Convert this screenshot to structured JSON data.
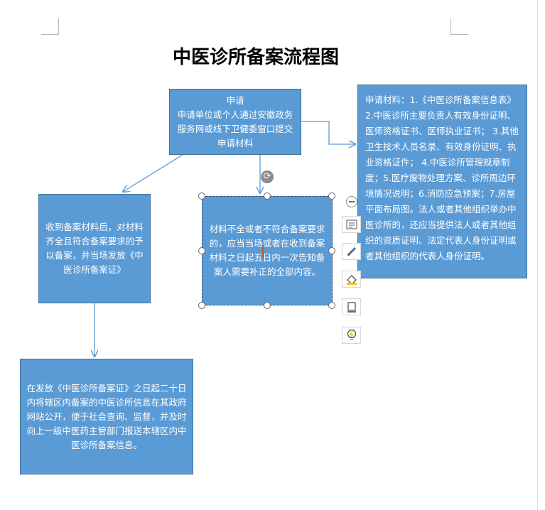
{
  "title": "中医诊所备案流程图",
  "boxes": {
    "apply": "申请\n申请单位或个人通过安徽政务服务网或线下卫健委窗口提交申请材料",
    "materials": "申请材料：1.《中医诊所备案信息表》 2.中医诊所主要负责人有效身份证明、医师资格证书、医师执业证书； 3.其他卫生技术人员名录、有效身份证明、执业资格证件； 4.中医诊所管理规章制度；5.医疗废物处理方案、诊所周边环境情况说明；6.消防应急预案；7.房屋平面布局图。法人或者其他组织举办中医诊所的，还应当提供法人或者其他组织的资质证明、法定代表人身份证明或者其他组织的代表人身份证明。",
    "accept": "收到备案材料后，对材料齐全且符合备案要求的予以备案，并当场发放《中医诊所备案证》",
    "incomplete": "材料不全或者不符合备案要求的，应当当场或者在收到备案材料之日起五日内一次告知备案人需要补正的全部内容。",
    "publish": "在发放《中医诊所备案证》之日起二十日内将辖区内备案的中医诊所信息在其政府网站公开，便于社会查询、监督，并及时向上一级中医药主管部门报送本辖区内中医诊所备案信息。"
  },
  "colors": {
    "box_fill": "#5b9bd5",
    "box_border": "#41719c",
    "connector": "#5b9bd5",
    "text": "#ffffff"
  },
  "toolbar_icons": [
    "collapse-icon",
    "layout-options-icon",
    "shape-style-icon",
    "shape-fill-icon",
    "shape-outline-icon",
    "shape-effects-icon"
  ]
}
